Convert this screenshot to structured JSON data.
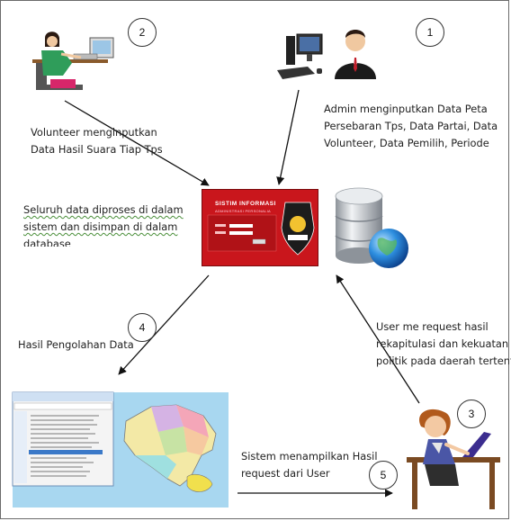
{
  "nodes": {
    "volunteer": {
      "number": "2",
      "label_lines": [
        "Volunteer menginputkan",
        "Data Hasil Suara Tiap Tps"
      ]
    },
    "admin": {
      "number": "1",
      "label_lines": [
        "Admin menginputkan Data Peta",
        "Persebaran Tps, Data Partai, Data",
        "Volunteer, Data Pemilih, Periode"
      ]
    },
    "system": {
      "label_lines": [
        "Seluruh data diproses di dalam",
        "sistem dan disimpan di dalam",
        "database"
      ]
    },
    "app_window": {
      "title": "SISTIM INFORMASI",
      "subtitle": "ADMINISTRASI PERSONALIA"
    },
    "output": {
      "number": "4",
      "label": "Hasil Pengolahan Data"
    },
    "user": {
      "number": "3",
      "label_lines": [
        "User me request hasil",
        "rekapitulasi dan kekuatan",
        "politik pada daerah tertentu"
      ]
    },
    "display": {
      "number": "5",
      "label_lines": [
        "Sistem menampilkan Hasil",
        "request dari User"
      ]
    }
  },
  "colors": {
    "app_red": "#c9161c",
    "map_blue": "#9fd3ef",
    "globe_blue": "#2a7fd0",
    "db_silver": "#c8ccd1"
  }
}
